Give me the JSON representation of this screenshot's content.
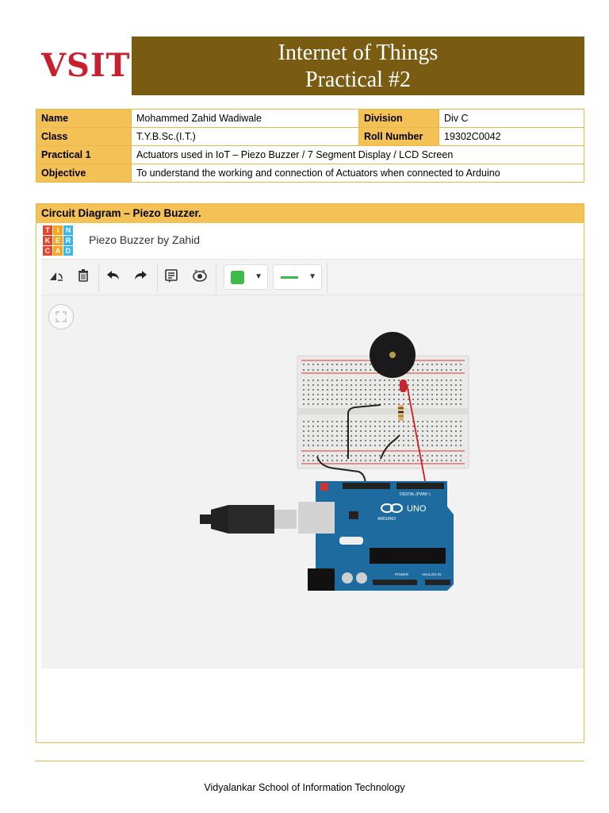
{
  "header": {
    "logo": "VSIT",
    "title_line1": "Internet of Things",
    "title_line2": "Practical #2"
  },
  "info": {
    "name_label": "Name",
    "name_value": "Mohammed Zahid Wadiwale",
    "division_label": "Division",
    "division_value": "Div C",
    "class_label": "Class",
    "class_value": "T.Y.B.Sc.(I.T.)",
    "roll_label": "Roll Number",
    "roll_value": "19302C0042",
    "practical_label": "Practical 1",
    "practical_value": "Actuators used in IoT – Piezo Buzzer / 7 Segment Display / LCD Screen",
    "objective_label": "Objective",
    "objective_value": "To understand the working and connection of Actuators when connected to Arduino"
  },
  "section": {
    "heading": "Circuit Diagram – Piezo Buzzer."
  },
  "tinkercad": {
    "logo_letters": [
      "T",
      "I",
      "N",
      "K",
      "E",
      "R",
      "C",
      "A",
      "D"
    ],
    "logo_colors": [
      "#e8452c",
      "#f7a51c",
      "#3cb6e8",
      "#e8452c",
      "#f7a51c",
      "#3cb6e8",
      "#e8452c",
      "#f7a51c",
      "#3cb6e8"
    ],
    "project_title": "Piezo Buzzer by Zahid",
    "toolbar": {
      "rotate_icon": "rotate-icon",
      "delete_icon": "trash-icon",
      "undo_icon": "undo-icon",
      "redo_icon": "redo-icon",
      "notes_icon": "notes-icon",
      "visibility_icon": "eye-icon",
      "color_value": "#3dbb4a",
      "wire_color": "#3dbb4a"
    },
    "board": {
      "arduino_model": "UNO",
      "arduino_brand": "ARDUINO",
      "digital_label": "DIGITAL (PWM~)",
      "power_label": "POWER",
      "analog_label": "ANALOG IN"
    }
  },
  "footer": {
    "text": "Vidyalankar School of Information Technology"
  },
  "colors": {
    "title_bg": "#7a5b12",
    "label_bg": "#f3c155",
    "border": "#e7b94b",
    "logo": "#c8202f"
  }
}
